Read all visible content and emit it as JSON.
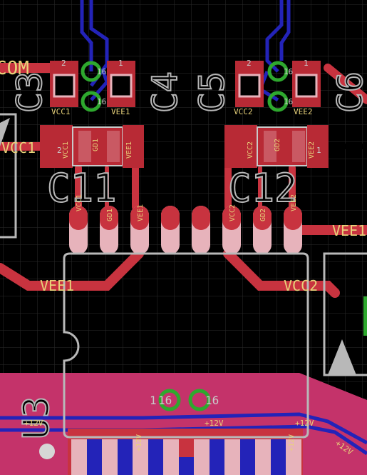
{
  "colors": {
    "background": "#000000",
    "grid": "#2b2b2b",
    "top_copper": "#c8333f",
    "pad": "#b82a35",
    "pad_light": "#e7b3bb",
    "bottom_copper": "#2323b8",
    "via_ring": "#2ea82e",
    "silk": "#c9c9c9",
    "net_label": "#e8d27a",
    "pour": "#c4336a",
    "outline": "#b8b8b8"
  },
  "labels": {
    "c3": "C3",
    "c4": "C4",
    "c5": "C5",
    "c6": "C6",
    "c11": "C11",
    "c12": "C12",
    "u3": "U3",
    "com": "COM"
  },
  "nets": {
    "vcc1": "VCC1",
    "vee1": "VEE1",
    "vcc2": "VCC2",
    "vee2": "VEE2",
    "gd1": "GD1",
    "gd2": "GD2",
    "plus12v": "+12V"
  },
  "pad_numbers": {
    "one": "1",
    "two": "2",
    "sixteen": "16"
  }
}
